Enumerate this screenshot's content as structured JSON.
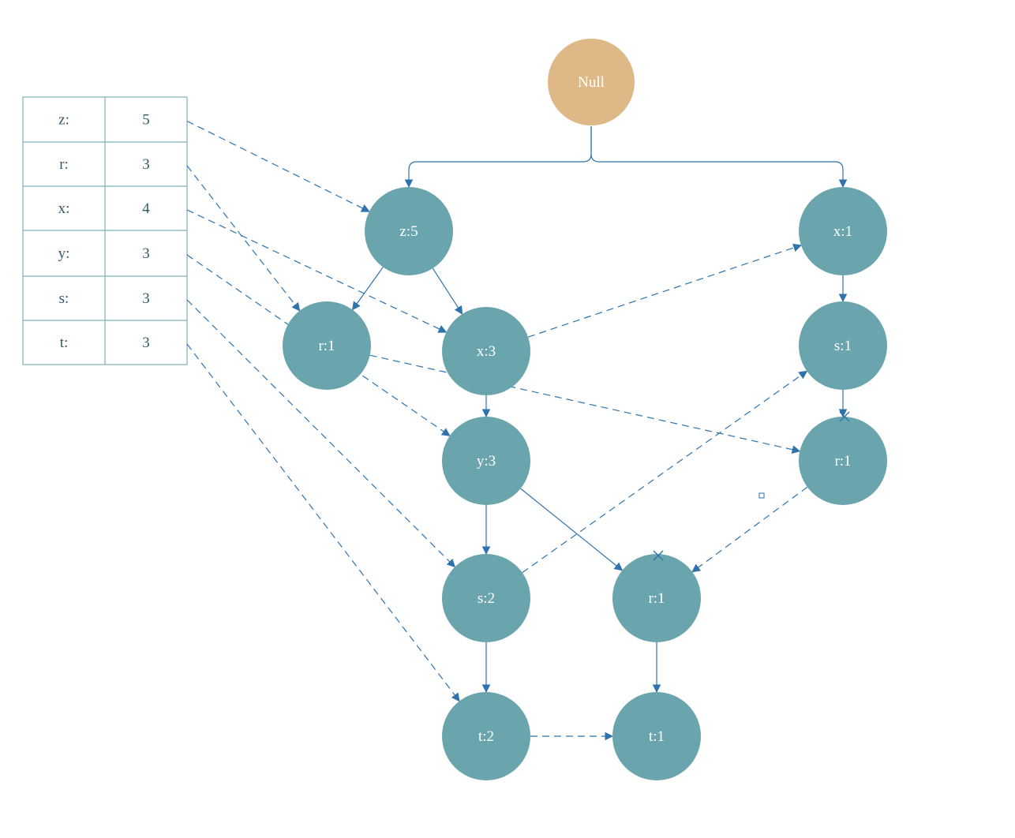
{
  "colors": {
    "root_fill": "#dfb887",
    "node_fill": "#6aa5ad",
    "edge_color": "#2f73ad",
    "table_border": "#7fb0b3",
    "table_text": "#2f5a63",
    "label_color": "#ffffff"
  },
  "header_table": {
    "rows": [
      {
        "item": "z:",
        "count": "5"
      },
      {
        "item": "r:",
        "count": "3"
      },
      {
        "item": "x:",
        "count": "4"
      },
      {
        "item": "y:",
        "count": "3"
      },
      {
        "item": "s:",
        "count": "3"
      },
      {
        "item": "t:",
        "count": "3"
      }
    ]
  },
  "tree": {
    "nodes": [
      {
        "id": "null",
        "label": "Null",
        "kind": "root"
      },
      {
        "id": "z5",
        "label": "z:5",
        "kind": "node"
      },
      {
        "id": "r1a",
        "label": "r:1",
        "kind": "node"
      },
      {
        "id": "x3",
        "label": "x:3",
        "kind": "node"
      },
      {
        "id": "y3",
        "label": "y:3",
        "kind": "node"
      },
      {
        "id": "s2",
        "label": "s:2",
        "kind": "node"
      },
      {
        "id": "t2",
        "label": "t:2",
        "kind": "node"
      },
      {
        "id": "r1b",
        "label": "r:1",
        "kind": "node"
      },
      {
        "id": "t1a",
        "label": "t:1",
        "kind": "node"
      },
      {
        "id": "x1",
        "label": "x:1",
        "kind": "node"
      },
      {
        "id": "s1",
        "label": "s:1",
        "kind": "node"
      },
      {
        "id": "r1c",
        "label": "r:1",
        "kind": "node"
      }
    ],
    "tree_edges": [
      {
        "from": "null",
        "to": "z5"
      },
      {
        "from": "null",
        "to": "x1"
      },
      {
        "from": "z5",
        "to": "r1a"
      },
      {
        "from": "z5",
        "to": "x3"
      },
      {
        "from": "x3",
        "to": "y3"
      },
      {
        "from": "y3",
        "to": "s2"
      },
      {
        "from": "y3",
        "to": "r1b"
      },
      {
        "from": "s2",
        "to": "t2"
      },
      {
        "from": "r1b",
        "to": "t1a"
      },
      {
        "from": "x1",
        "to": "s1"
      },
      {
        "from": "s1",
        "to": "r1c"
      }
    ],
    "link_edges": [
      {
        "from": "table:z",
        "to": "z5"
      },
      {
        "from": "table:r",
        "to": "r1a"
      },
      {
        "from": "table:x",
        "to": "x3"
      },
      {
        "from": "table:y",
        "to": "y3"
      },
      {
        "from": "table:s",
        "to": "s2"
      },
      {
        "from": "table:t",
        "to": "t2"
      },
      {
        "from": "x3",
        "to": "x1"
      },
      {
        "from": "r1a",
        "to": "r1c"
      },
      {
        "from": "s2",
        "to": "s1"
      },
      {
        "from": "r1c",
        "to": "r1b"
      },
      {
        "from": "t2",
        "to": "t1a"
      }
    ]
  }
}
